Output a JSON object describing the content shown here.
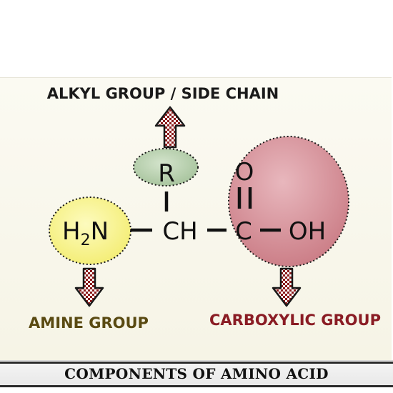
{
  "labels": {
    "side_chain": "ALKYL GROUP / SIDE CHAIN",
    "amine": "AMINE GROUP",
    "carboxylic": "CARBOXYLIC GROUP"
  },
  "formula": {
    "r": "R",
    "amine_h": "H",
    "amine_sub": "2",
    "amine_n": "N",
    "ch": "CH",
    "o": "O",
    "c": "C",
    "oh": "OH"
  },
  "footer": {
    "title": "COMPONENTS OF AMINO ACID"
  },
  "colors": {
    "amine_circle": "#fbf79a",
    "side_chain_circle": "#bcd3b3",
    "carboxyl_circle": "#d89aa2",
    "amine_label": "#5a4a12",
    "carboxylic_label": "#8a1c24",
    "arrow_fill": "#8b1a1a"
  }
}
